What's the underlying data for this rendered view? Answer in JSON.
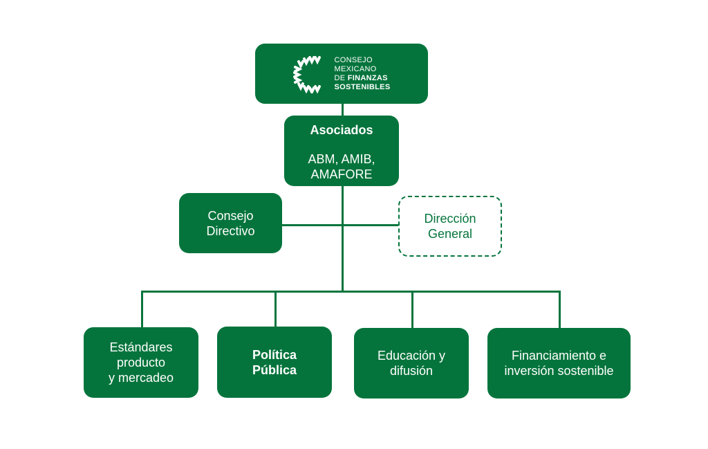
{
  "logo": {
    "line1": "CONSEJO",
    "line2": "MEXICANO",
    "line3a": "DE ",
    "line3b": "FINANZAS",
    "line4": "SOSTENIBLES"
  },
  "asociados": {
    "title": "Asociados",
    "members_line1": "ABM, AMIB,",
    "members_line2": "AMAFORE"
  },
  "consejo": {
    "line1": "Consejo",
    "line2": "Directivo"
  },
  "direccion": {
    "line1": "Dirección",
    "line2": "General"
  },
  "committees": [
    {
      "line1": "Estándares",
      "line2": "producto",
      "line3": "y mercadeo"
    },
    {
      "line1": "Política",
      "line2": "Pública"
    },
    {
      "line1": "Educación y",
      "line2": "difusión"
    },
    {
      "line1": "Financiamiento e",
      "line2": "inversión sostenible"
    }
  ],
  "colors": {
    "primary": "#05743c"
  }
}
